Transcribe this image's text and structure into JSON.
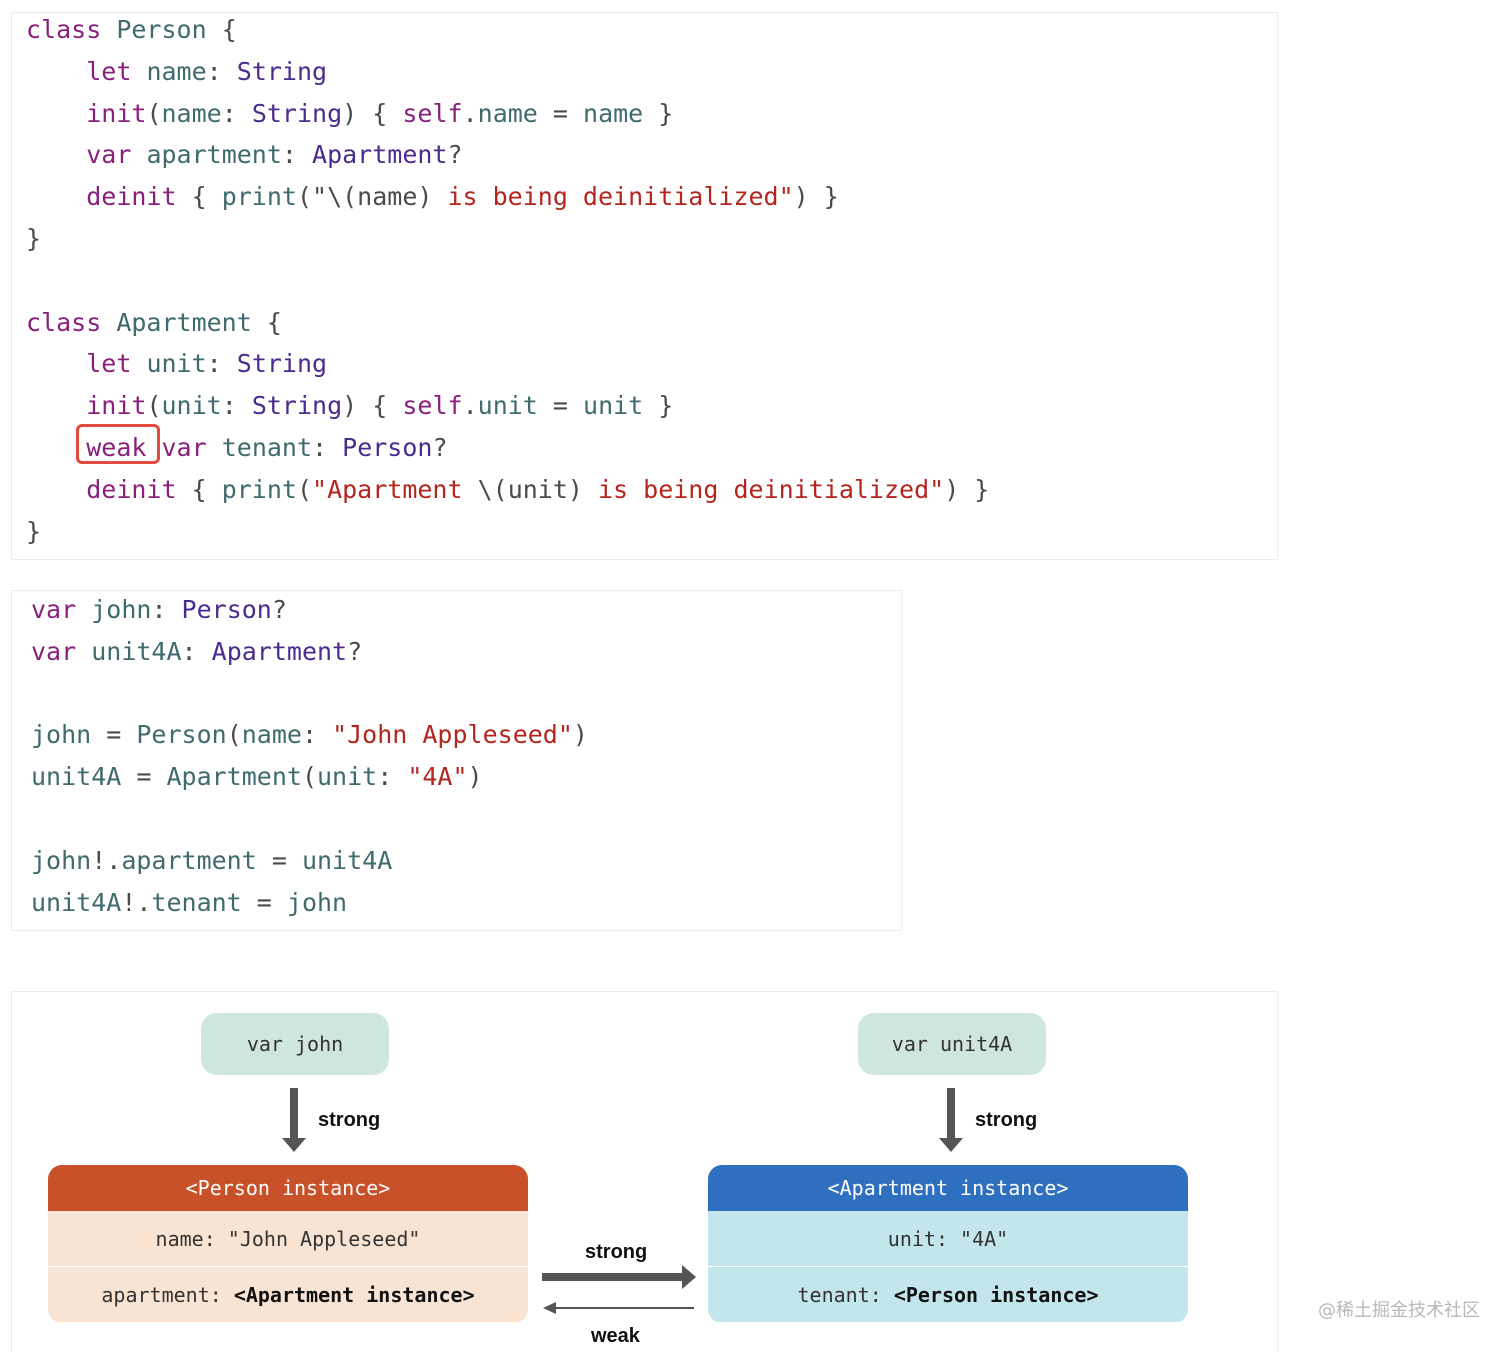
{
  "code_block_1": {
    "lines": [
      [
        {
          "t": "kw",
          "v": "class"
        },
        {
          "t": "plain",
          "v": " "
        },
        {
          "t": "var",
          "v": "Person"
        },
        {
          "t": "plain",
          "v": " {"
        }
      ],
      [
        {
          "t": "plain",
          "v": "    "
        },
        {
          "t": "kw",
          "v": "let"
        },
        {
          "t": "plain",
          "v": " "
        },
        {
          "t": "var",
          "v": "name"
        },
        {
          "t": "plain",
          "v": ": "
        },
        {
          "t": "type",
          "v": "String"
        }
      ],
      [
        {
          "t": "plain",
          "v": "    "
        },
        {
          "t": "kw",
          "v": "init"
        },
        {
          "t": "plain",
          "v": "("
        },
        {
          "t": "var",
          "v": "name"
        },
        {
          "t": "plain",
          "v": ": "
        },
        {
          "t": "type",
          "v": "String"
        },
        {
          "t": "plain",
          "v": ") { "
        },
        {
          "t": "kw",
          "v": "self"
        },
        {
          "t": "plain",
          "v": "."
        },
        {
          "t": "var",
          "v": "name"
        },
        {
          "t": "plain",
          "v": " = "
        },
        {
          "t": "var",
          "v": "name"
        },
        {
          "t": "plain",
          "v": " }"
        }
      ],
      [
        {
          "t": "plain",
          "v": "    "
        },
        {
          "t": "kw",
          "v": "var"
        },
        {
          "t": "plain",
          "v": " "
        },
        {
          "t": "var",
          "v": "apartment"
        },
        {
          "t": "plain",
          "v": ": "
        },
        {
          "t": "type",
          "v": "Apartment"
        },
        {
          "t": "plain",
          "v": "?"
        }
      ],
      [
        {
          "t": "plain",
          "v": "    "
        },
        {
          "t": "kw",
          "v": "deinit"
        },
        {
          "t": "plain",
          "v": " { "
        },
        {
          "t": "var",
          "v": "print"
        },
        {
          "t": "plain",
          "v": "(\""
        },
        {
          "t": "plain",
          "v": "\\(name)"
        },
        {
          "t": "str",
          "v": " is being deinitialized\""
        },
        {
          "t": "plain",
          "v": ") }"
        }
      ],
      [
        {
          "t": "plain",
          "v": "}"
        }
      ],
      [
        {
          "t": "plain",
          "v": ""
        }
      ],
      [
        {
          "t": "kw",
          "v": "class"
        },
        {
          "t": "plain",
          "v": " "
        },
        {
          "t": "var",
          "v": "Apartment"
        },
        {
          "t": "plain",
          "v": " {"
        }
      ],
      [
        {
          "t": "plain",
          "v": "    "
        },
        {
          "t": "kw",
          "v": "let"
        },
        {
          "t": "plain",
          "v": " "
        },
        {
          "t": "var",
          "v": "unit"
        },
        {
          "t": "plain",
          "v": ": "
        },
        {
          "t": "type",
          "v": "String"
        }
      ],
      [
        {
          "t": "plain",
          "v": "    "
        },
        {
          "t": "kw",
          "v": "init"
        },
        {
          "t": "plain",
          "v": "("
        },
        {
          "t": "var",
          "v": "unit"
        },
        {
          "t": "plain",
          "v": ": "
        },
        {
          "t": "type",
          "v": "String"
        },
        {
          "t": "plain",
          "v": ") { "
        },
        {
          "t": "kw",
          "v": "self"
        },
        {
          "t": "plain",
          "v": "."
        },
        {
          "t": "var",
          "v": "unit"
        },
        {
          "t": "plain",
          "v": " = "
        },
        {
          "t": "var",
          "v": "unit"
        },
        {
          "t": "plain",
          "v": " }"
        }
      ],
      [
        {
          "t": "plain",
          "v": "    "
        },
        {
          "t": "kw",
          "v": "weak"
        },
        {
          "t": "plain",
          "v": " "
        },
        {
          "t": "kw",
          "v": "var"
        },
        {
          "t": "plain",
          "v": " "
        },
        {
          "t": "var",
          "v": "tenant"
        },
        {
          "t": "plain",
          "v": ": "
        },
        {
          "t": "type",
          "v": "Person"
        },
        {
          "t": "plain",
          "v": "?"
        }
      ],
      [
        {
          "t": "plain",
          "v": "    "
        },
        {
          "t": "kw",
          "v": "deinit"
        },
        {
          "t": "plain",
          "v": " { "
        },
        {
          "t": "var",
          "v": "print"
        },
        {
          "t": "plain",
          "v": "("
        },
        {
          "t": "str",
          "v": "\"Apartment "
        },
        {
          "t": "plain",
          "v": "\\(unit)"
        },
        {
          "t": "str",
          "v": " is being deinitialized\""
        },
        {
          "t": "plain",
          "v": ") }"
        }
      ],
      [
        {
          "t": "plain",
          "v": "}"
        }
      ]
    ]
  },
  "code_block_2": {
    "lines": [
      [
        {
          "t": "kw",
          "v": "var"
        },
        {
          "t": "plain",
          "v": " "
        },
        {
          "t": "var",
          "v": "john"
        },
        {
          "t": "plain",
          "v": ": "
        },
        {
          "t": "type",
          "v": "Person"
        },
        {
          "t": "plain",
          "v": "?"
        }
      ],
      [
        {
          "t": "kw",
          "v": "var"
        },
        {
          "t": "plain",
          "v": " "
        },
        {
          "t": "var",
          "v": "unit4A"
        },
        {
          "t": "plain",
          "v": ": "
        },
        {
          "t": "type",
          "v": "Apartment"
        },
        {
          "t": "plain",
          "v": "?"
        }
      ],
      [
        {
          "t": "plain",
          "v": ""
        }
      ],
      [
        {
          "t": "var",
          "v": "john"
        },
        {
          "t": "plain",
          "v": " = "
        },
        {
          "t": "var",
          "v": "Person"
        },
        {
          "t": "plain",
          "v": "("
        },
        {
          "t": "var",
          "v": "name"
        },
        {
          "t": "plain",
          "v": ": "
        },
        {
          "t": "str",
          "v": "\"John Appleseed\""
        },
        {
          "t": "plain",
          "v": ")"
        }
      ],
      [
        {
          "t": "var",
          "v": "unit4A"
        },
        {
          "t": "plain",
          "v": " = "
        },
        {
          "t": "var",
          "v": "Apartment"
        },
        {
          "t": "plain",
          "v": "("
        },
        {
          "t": "var",
          "v": "unit"
        },
        {
          "t": "plain",
          "v": ": "
        },
        {
          "t": "str",
          "v": "\"4A\""
        },
        {
          "t": "plain",
          "v": ")"
        }
      ],
      [
        {
          "t": "plain",
          "v": ""
        }
      ],
      [
        {
          "t": "var",
          "v": "john"
        },
        {
          "t": "plain",
          "v": "!."
        },
        {
          "t": "var",
          "v": "apartment"
        },
        {
          "t": "plain",
          "v": " = "
        },
        {
          "t": "var",
          "v": "unit4A"
        }
      ],
      [
        {
          "t": "var",
          "v": "unit4A"
        },
        {
          "t": "plain",
          "v": "!."
        },
        {
          "t": "var",
          "v": "tenant"
        },
        {
          "t": "plain",
          "v": " = "
        },
        {
          "t": "var",
          "v": "john"
        }
      ]
    ]
  },
  "diagram": {
    "var_john": "var john",
    "var_unit4a": "var unit4A",
    "strong_label_john": "strong",
    "strong_label_unit": "strong",
    "strong_label_mid": "strong",
    "weak_label_mid": "weak",
    "person_instance": {
      "header": "<Person instance>",
      "row1_key": "name: ",
      "row1_value": "\"John Appleseed\"",
      "row2_key": "apartment: ",
      "row2_value": "<Apartment instance>"
    },
    "apartment_instance": {
      "header": "<Apartment instance>",
      "row1_key": "unit: ",
      "row1_value": "\"4A\"",
      "row2_key": "tenant: ",
      "row2_value": "<Person instance>"
    }
  },
  "colors": {
    "keyword": "#8a1f7c",
    "type": "#4b2b8e",
    "identifier": "#3f6a6e",
    "string": "#b3261e",
    "highlight_box": "#e04a3f",
    "var_pill": "#cfe6df",
    "person_header": "#c9512a",
    "person_body": "#f9e4d4",
    "apartment_header": "#2f6fbf",
    "apartment_body": "#c2e6ec",
    "arrow": "#555555"
  },
  "watermark": "@稀土掘金技术社区"
}
